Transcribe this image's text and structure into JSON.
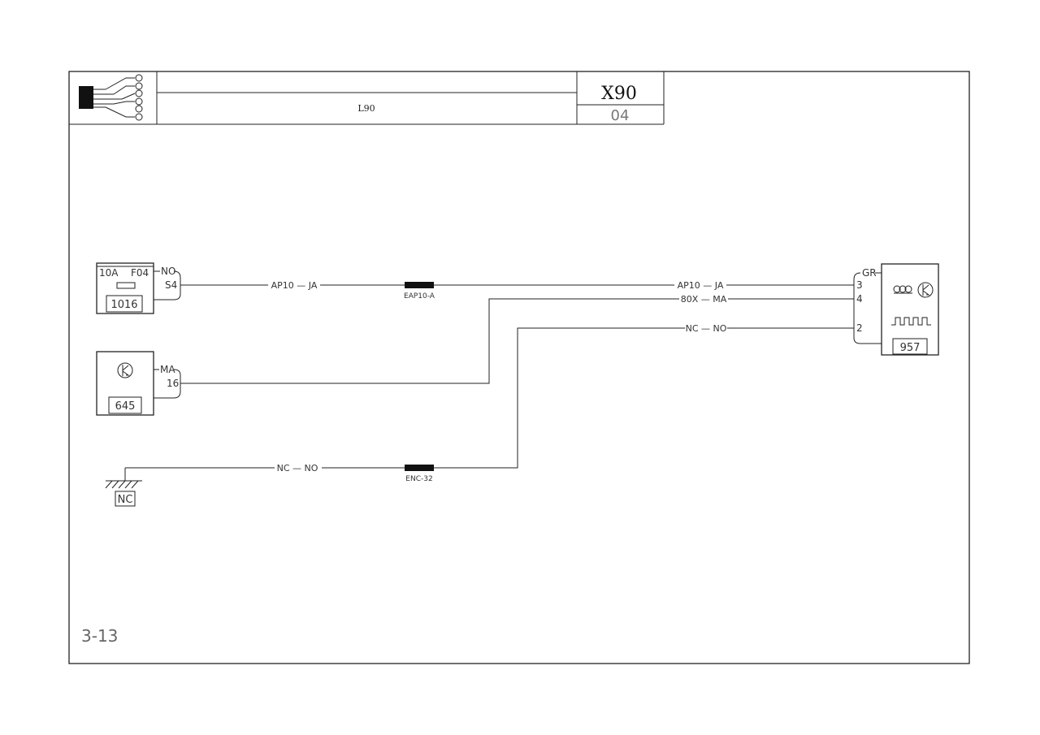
{
  "header": {
    "title_row1": "",
    "title_row2": "L90",
    "model": "X90",
    "sheet": "04"
  },
  "page_code": "3-13",
  "components": {
    "fuse": {
      "rating": "10A",
      "ref": "F04",
      "pin_color": "NO",
      "pin": "S4",
      "id": "1016"
    },
    "sensor": {
      "pin_color": "MA",
      "pin": "16",
      "id": "645"
    },
    "module": {
      "pin_color": "GR",
      "pins": [
        "3",
        "4",
        "2"
      ],
      "id": "957"
    },
    "ground": {
      "id": "NC"
    }
  },
  "wires": {
    "w1_left": "AP10 — JA",
    "w1_right": "AP10 — JA",
    "w2": "80X — MA",
    "w3_right": "NC — NO",
    "w3_left": "NC — NO"
  },
  "connectors": {
    "c1": "EAP10-A",
    "c2": "ENC-32"
  }
}
